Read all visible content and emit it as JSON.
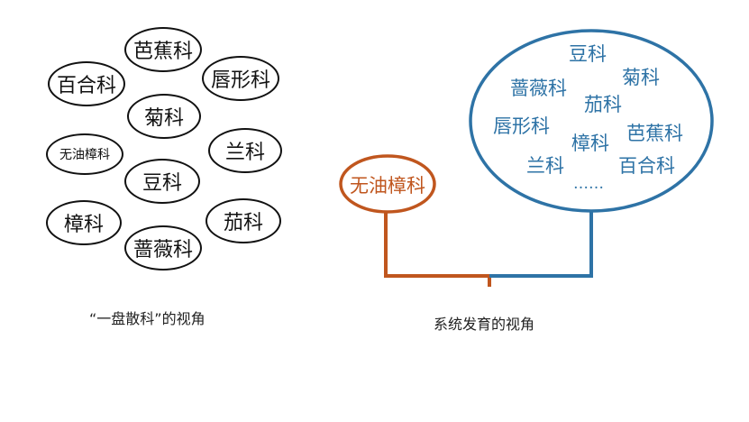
{
  "left_panel": {
    "ovals": [
      "芭蕉科",
      "百合科",
      "唇形科",
      "菊科",
      "无油樟科",
      "兰科",
      "豆科",
      "樟科",
      "茄科",
      "蔷薇科"
    ],
    "caption": "“一盘散科”的视角"
  },
  "right_panel": {
    "outgroup": "无油樟科",
    "clade_members": [
      "豆科",
      "菊科",
      "蔷薇科",
      "茄科",
      "唇形科",
      "芭蕉科",
      "樟科",
      "兰科",
      "百合科",
      "……"
    ],
    "caption": "系统发育的视角",
    "colors": {
      "outgroup": "#c0561e",
      "clade": "#2e73a6"
    }
  }
}
